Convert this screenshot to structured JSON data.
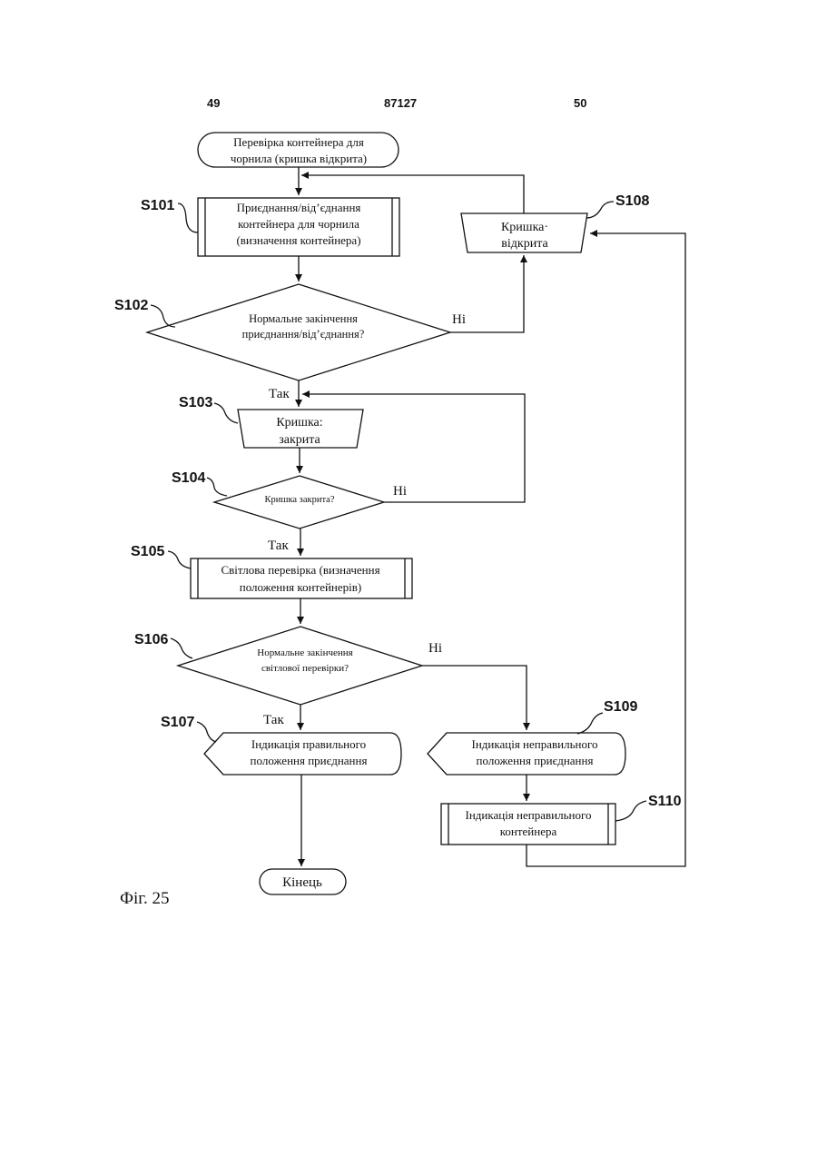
{
  "header": {
    "page_left": "49",
    "doc_number": "87127",
    "page_right": "50"
  },
  "figure_caption": "Фіг. 25",
  "nodes": {
    "start": [
      "Перевірка контейнера для",
      "чорнила (кришка  відкрита)"
    ],
    "s101": [
      "Приєднання/від’єднання",
      "контейнера для чорнила",
      "(визначення контейнера)"
    ],
    "s102": [
      "Нормальне закінчення",
      "приєднання/від’єднання?"
    ],
    "s103": [
      "Кришка:",
      "закрита"
    ],
    "s104": [
      "Кришка закрита?"
    ],
    "s105": [
      "Світлова перевірка (визначення",
      "положення контейнерів)"
    ],
    "s106": [
      "Нормальне закінчення",
      "світлової перевірки?"
    ],
    "s107": [
      "Індикація правильного",
      "положення приєднання"
    ],
    "s108": [
      "Кришка·",
      "відкрита"
    ],
    "s109": [
      "Індикація неправильного",
      "положення приєднання"
    ],
    "s110": [
      "Індикація неправильного",
      "контейнера"
    ],
    "end": [
      "Кінець"
    ]
  },
  "step_labels": {
    "s101": "S101",
    "s102": "S102",
    "s103": "S103",
    "s104": "S104",
    "s105": "S105",
    "s106": "S106",
    "s107": "S107",
    "s108": "S108",
    "s109": "S109",
    "s110": "S110"
  },
  "branch_labels": {
    "s102_yes": "Так",
    "s102_no": "Ні",
    "s104_yes": "Так",
    "s104_no": "Ні",
    "s106_yes": "Так",
    "s106_no": "Ні"
  }
}
